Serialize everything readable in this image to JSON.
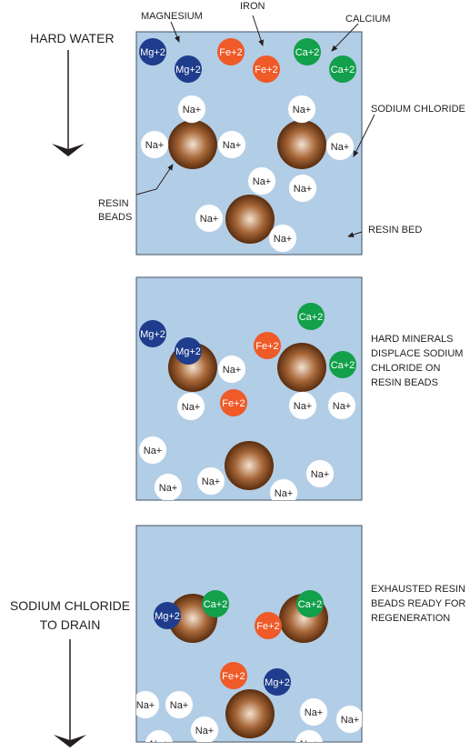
{
  "colors": {
    "tank_fill": "#b2cde6",
    "tank_stroke": "#5b6b7c",
    "magnesium": "#1f3d8c",
    "iron": "#ef5a28",
    "calcium": "#12a04a",
    "sodium": "#ffffff",
    "bead_light": "#f4e2d0",
    "bead_dark": "#5a2d0e"
  },
  "ions": {
    "mg": "Mg+2",
    "fe": "Fe+2",
    "ca": "Ca+2",
    "na": "Na+"
  },
  "labels": {
    "magnesium": "MAGNESIUM",
    "iron": "IRON",
    "calcium": "CALCIUM",
    "hard_water": "HARD WATER",
    "sodium_chloride": "SODIUM CHLORIDE",
    "resin_beads_1": "RESIN",
    "resin_beads_2": "BEADS",
    "resin_bed": "RESIN BED",
    "panel2_line1": "HARD MINERALS",
    "panel2_line2": "DISPLACE SODIUM",
    "panel2_line3": "CHLORIDE ON",
    "panel2_line4": "RESIN BEADS",
    "panel3_line1": "EXHAUSTED RESIN",
    "panel3_line2": "BEADS READY FOR",
    "panel3_line3": "REGENERATION",
    "drain_line1": "SODIUM CHLORIDE",
    "drain_line2": "TO DRAIN"
  }
}
